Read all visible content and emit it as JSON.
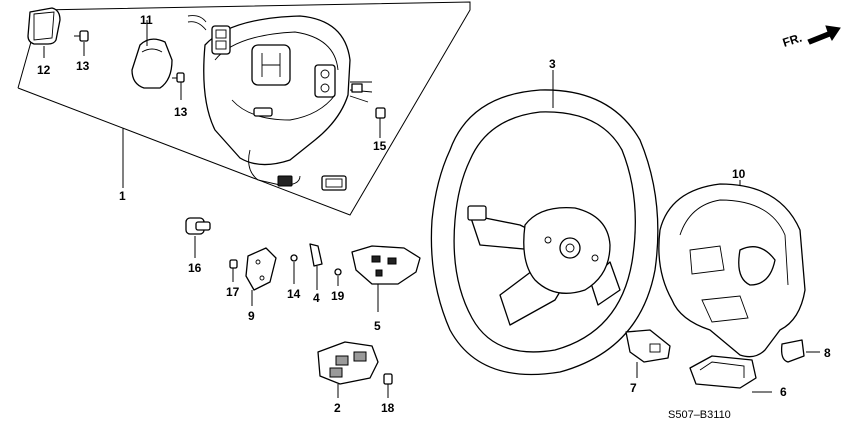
{
  "direction_label": "FR.",
  "diagram_code": "S507–B3110",
  "callouts": [
    {
      "id": "1",
      "label": "1"
    },
    {
      "id": "2",
      "label": "2"
    },
    {
      "id": "3",
      "label": "3"
    },
    {
      "id": "4",
      "label": "4"
    },
    {
      "id": "5",
      "label": "5"
    },
    {
      "id": "6",
      "label": "6"
    },
    {
      "id": "7",
      "label": "7"
    },
    {
      "id": "8",
      "label": "8"
    },
    {
      "id": "9",
      "label": "9"
    },
    {
      "id": "10",
      "label": "10"
    },
    {
      "id": "11",
      "label": "11"
    },
    {
      "id": "12",
      "label": "12"
    },
    {
      "id": "13a",
      "label": "13"
    },
    {
      "id": "13b",
      "label": "13"
    },
    {
      "id": "14",
      "label": "14"
    },
    {
      "id": "15",
      "label": "15"
    },
    {
      "id": "16",
      "label": "16"
    },
    {
      "id": "17",
      "label": "17"
    },
    {
      "id": "18",
      "label": "18"
    },
    {
      "id": "19",
      "label": "19"
    }
  ]
}
